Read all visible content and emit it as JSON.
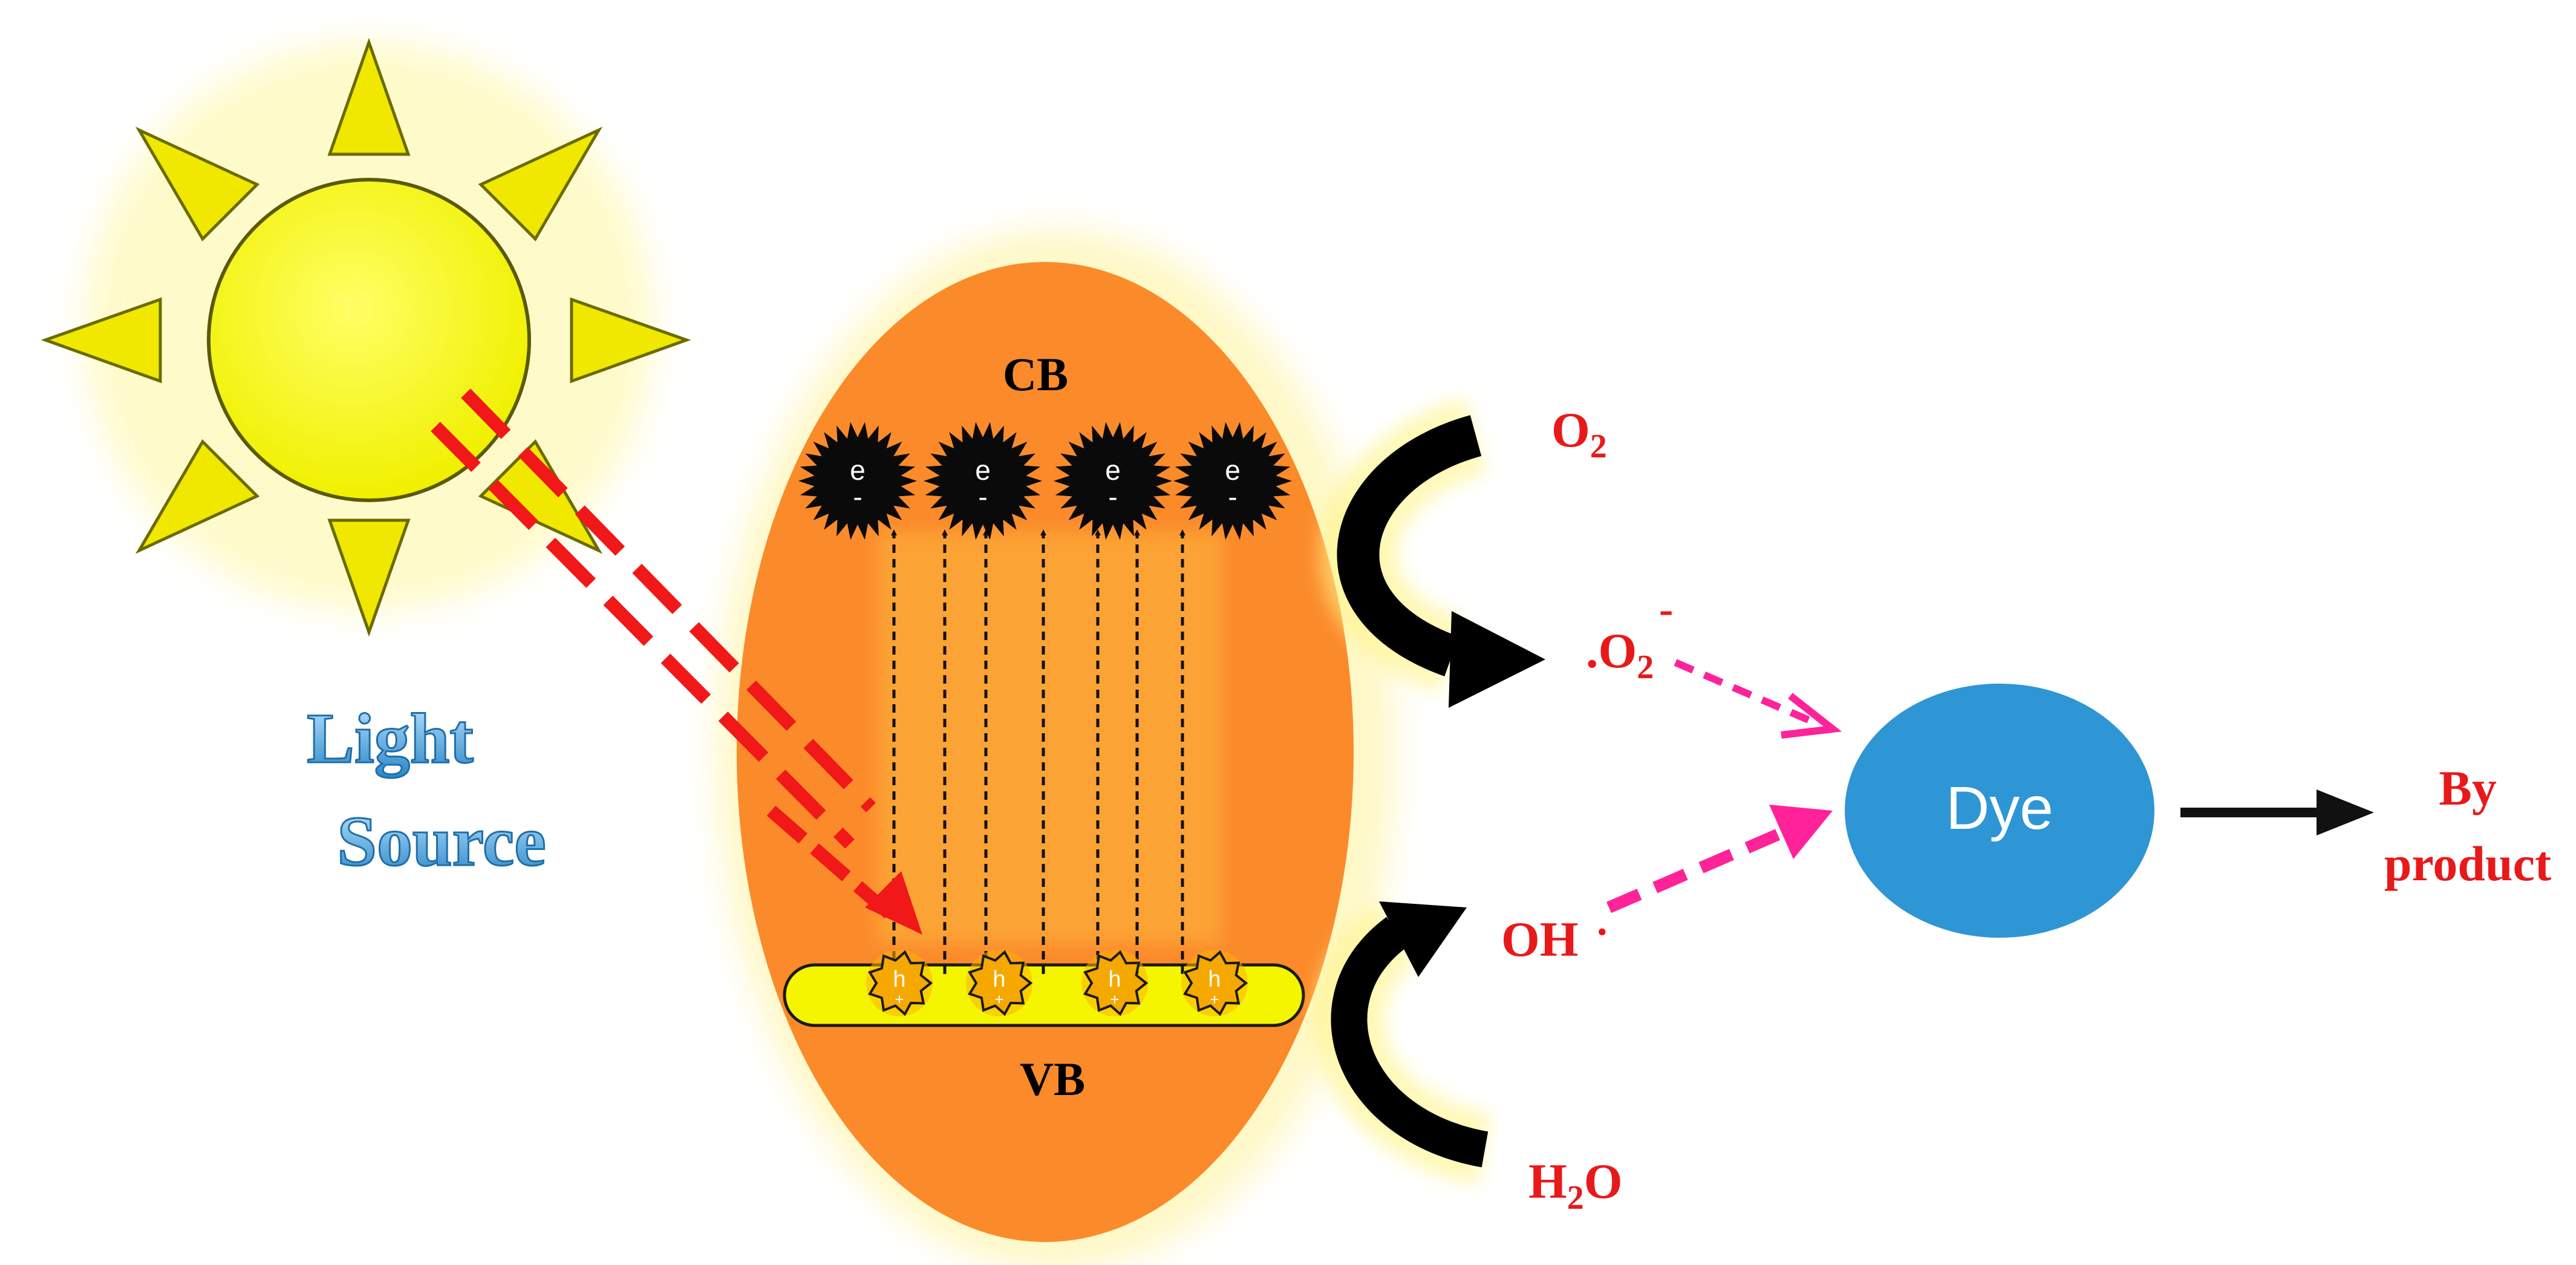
{
  "light_source": {
    "line1": "Light",
    "line2": "Source"
  },
  "semiconductor": {
    "cb_label": "CB",
    "vb_label": "VB",
    "electron_symbol": "e",
    "electron_charge": "-",
    "hole_symbol": "h",
    "hole_charge": "+"
  },
  "species": {
    "o2": {
      "base": "O",
      "sub": "2"
    },
    "superoxide": {
      "dot": ".",
      "base": "O",
      "sub": "2",
      "sup": "-"
    },
    "hydroxyl": {
      "base": "OH",
      "sup": "."
    },
    "water": {
      "h": "H",
      "sub": "2",
      "o": "O"
    }
  },
  "dye": {
    "label": "Dye"
  },
  "byproduct": {
    "line1": "By",
    "line2": "product"
  },
  "colors": {
    "sun": "#f5f500",
    "semiconductor": "#fb8a2b",
    "dye": "#2e96d4",
    "species_text": "#e8191a",
    "light_beam": "#f01818",
    "radical_arrow": "#ff2299",
    "vb_band": "#f5f500",
    "glow": "#fff48a",
    "light_text": "#2a86c8"
  }
}
